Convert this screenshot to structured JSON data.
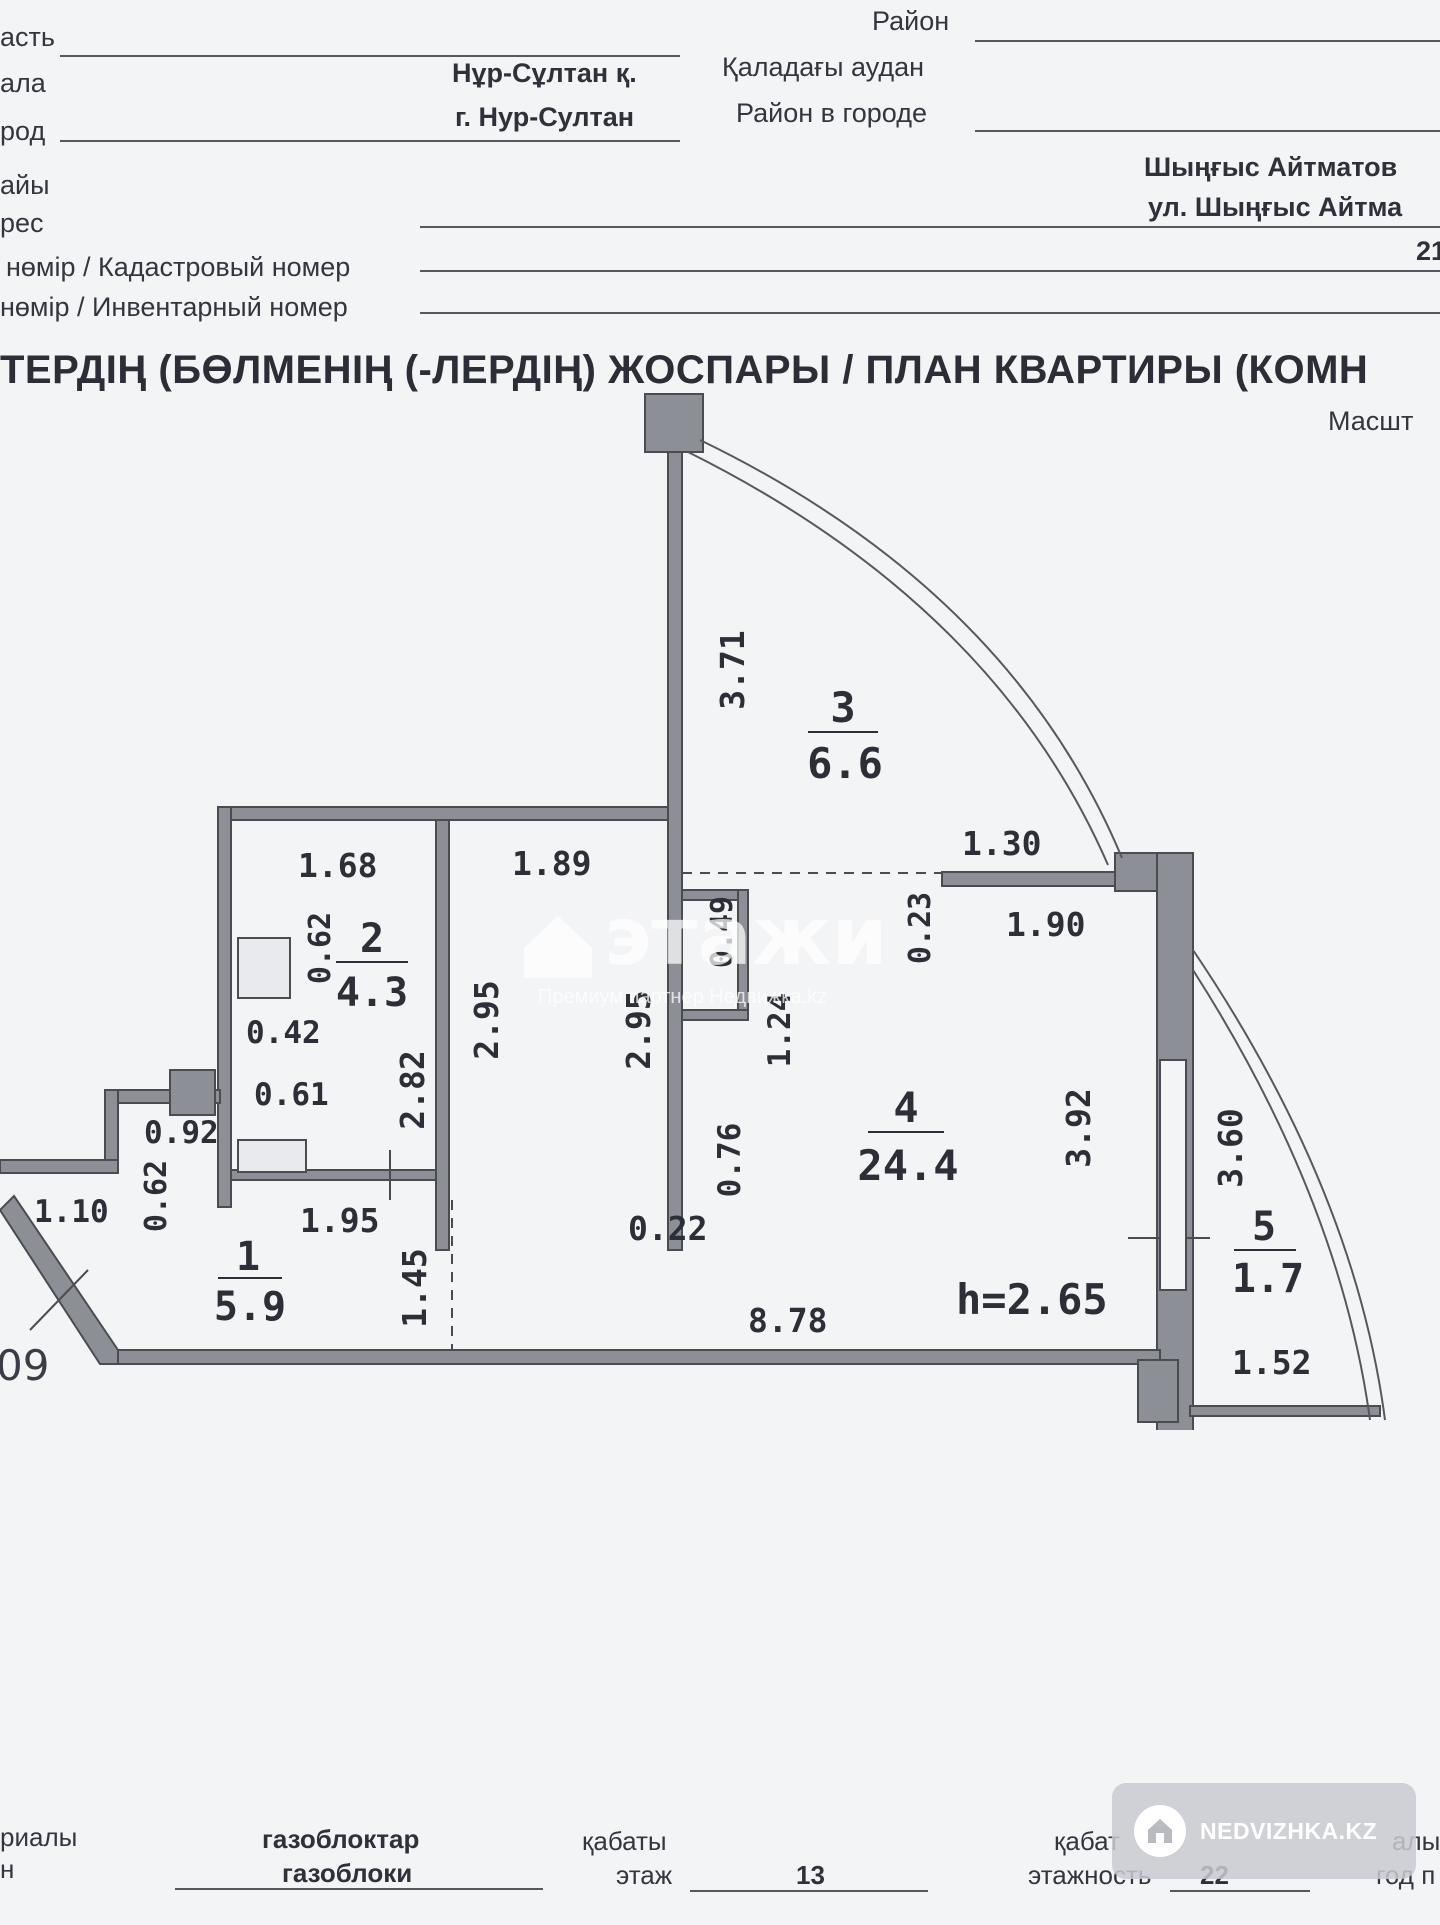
{
  "header": {
    "oblast_label": "асть",
    "city_kz_label": "ала",
    "city_ru_label": "род",
    "city_kz_value": "Нұр-Сұлтан қ.",
    "city_ru_value": "г. Нур-Султан",
    "district_label": "Район",
    "district_kz_label": "Қаладағы аудан",
    "district_ru_label": "Район в городе",
    "street_kz_label": "айы",
    "address_ru_label": "рес",
    "street_kz_value": "Шыңғыс Айтматов",
    "street_ru_value": "ул. Шыңғыс Айтма",
    "cadastral_label": "нөмір / Кадастровый номер",
    "cadastral_value": "21",
    "inventory_label": "нөмір / Инвентарный номер"
  },
  "plan_title": "ТЕРДІҢ (БӨЛМЕНІҢ (-ЛЕРДІҢ) ЖОСПАРЫ / ПЛАН КВАРТИРЫ (КОМН",
  "scale_label": "Масшт",
  "rooms": [
    {
      "number": "1",
      "area": "5.9"
    },
    {
      "number": "2",
      "area": "4.3"
    },
    {
      "number": "3",
      "area": "6.6"
    },
    {
      "number": "4",
      "area": "24.4"
    },
    {
      "number": "5",
      "area": "1.7"
    }
  ],
  "dimensions": {
    "d_168": "1.68",
    "d_189": "1.89",
    "d_130": "1.30",
    "d_190": "1.90",
    "d_371": "3.71",
    "d_049": "0.49",
    "d_023": "0.23",
    "d_062a": "0.62",
    "d_042": "0.42",
    "d_295a": "2.95",
    "d_295b": "2.95",
    "d_124": "1.24",
    "d_061": "0.61",
    "d_282": "2.82",
    "d_392": "3.92",
    "d_092": "0.92",
    "d_062b": "0.62",
    "d_076": "0.76",
    "d_360": "3.60",
    "d_110": "1.10",
    "d_195": "1.95",
    "d_022": "0.22",
    "d_145": "1.45",
    "d_878": "8.78",
    "d_152": "1.52",
    "d_09": "09"
  },
  "ceiling_height": "h=2.65",
  "watermark": {
    "brand": "этажи",
    "subtitle": "Премиум партнер Недвижка.kz"
  },
  "footer": {
    "materials_label_top": "риалы",
    "materials_label_bottom": "н",
    "materials_kz": "газоблоктар",
    "materials_ru": "газоблоки",
    "floor_kz_label": "қабаты",
    "floor_ru_label": "этаж",
    "floor_value": "13",
    "floors_kz_label": "қабат",
    "floors_ru_label": "этажность",
    "floors_value": "22",
    "year_kz_label": "алын",
    "year_ru_label": "год п"
  },
  "badge": {
    "text": "NEDVIZHKA.KZ"
  },
  "colors": {
    "wall": "#8d8f96",
    "wall_stroke": "#4a4c52",
    "ink": "#2c2f37",
    "paper": "#f3f4f6"
  }
}
